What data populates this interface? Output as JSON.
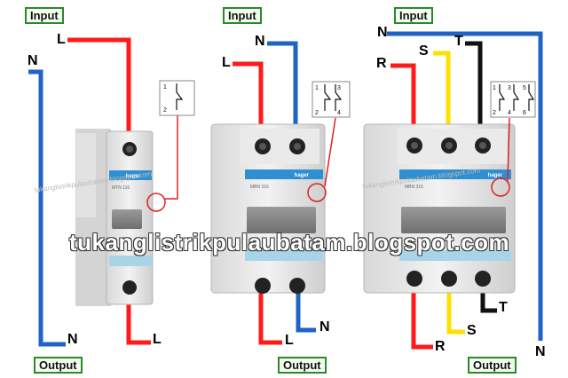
{
  "diagrams": [
    {
      "input_label": "Input",
      "output_label": "Output",
      "top_terminals": [
        "L"
      ],
      "top_neutral": "N",
      "bottom_terminals": [
        "L"
      ],
      "bottom_neutral": "N",
      "device_brand": "hager",
      "device_model": "MTN 116",
      "symbol_numbers": [
        "1",
        "2"
      ]
    },
    {
      "input_label": "Input",
      "output_label": "Output",
      "top_terminals": [
        "L",
        "N"
      ],
      "bottom_terminals": [
        "L",
        "N"
      ],
      "device_brand": "hager",
      "device_model": "MBN 316",
      "symbol_numbers": [
        "1",
        "3",
        "2",
        "4"
      ]
    },
    {
      "input_label": "Input",
      "output_label": "Output",
      "top_terminals": [
        "R",
        "S",
        "T"
      ],
      "top_neutral": "N",
      "bottom_terminals": [
        "R",
        "S",
        "T"
      ],
      "bottom_neutral": "N",
      "device_brand": "hager",
      "device_model": "MBN 316",
      "symbol_numbers": [
        "1",
        "3",
        "5",
        "2",
        "4",
        "6"
      ]
    }
  ],
  "watermark": "tukanglistrikpulaubatam.blogspot.com",
  "watermark_small": "tukanglistrikpulaubatam.blogspot.com",
  "colors": {
    "phase_L": "#ff1a1a",
    "neutral": "#1f63c6",
    "phase_S": "#ffe000",
    "phase_T": "#111111",
    "frame": "#2a8a2a",
    "highlight_ring": "#dd2222"
  }
}
